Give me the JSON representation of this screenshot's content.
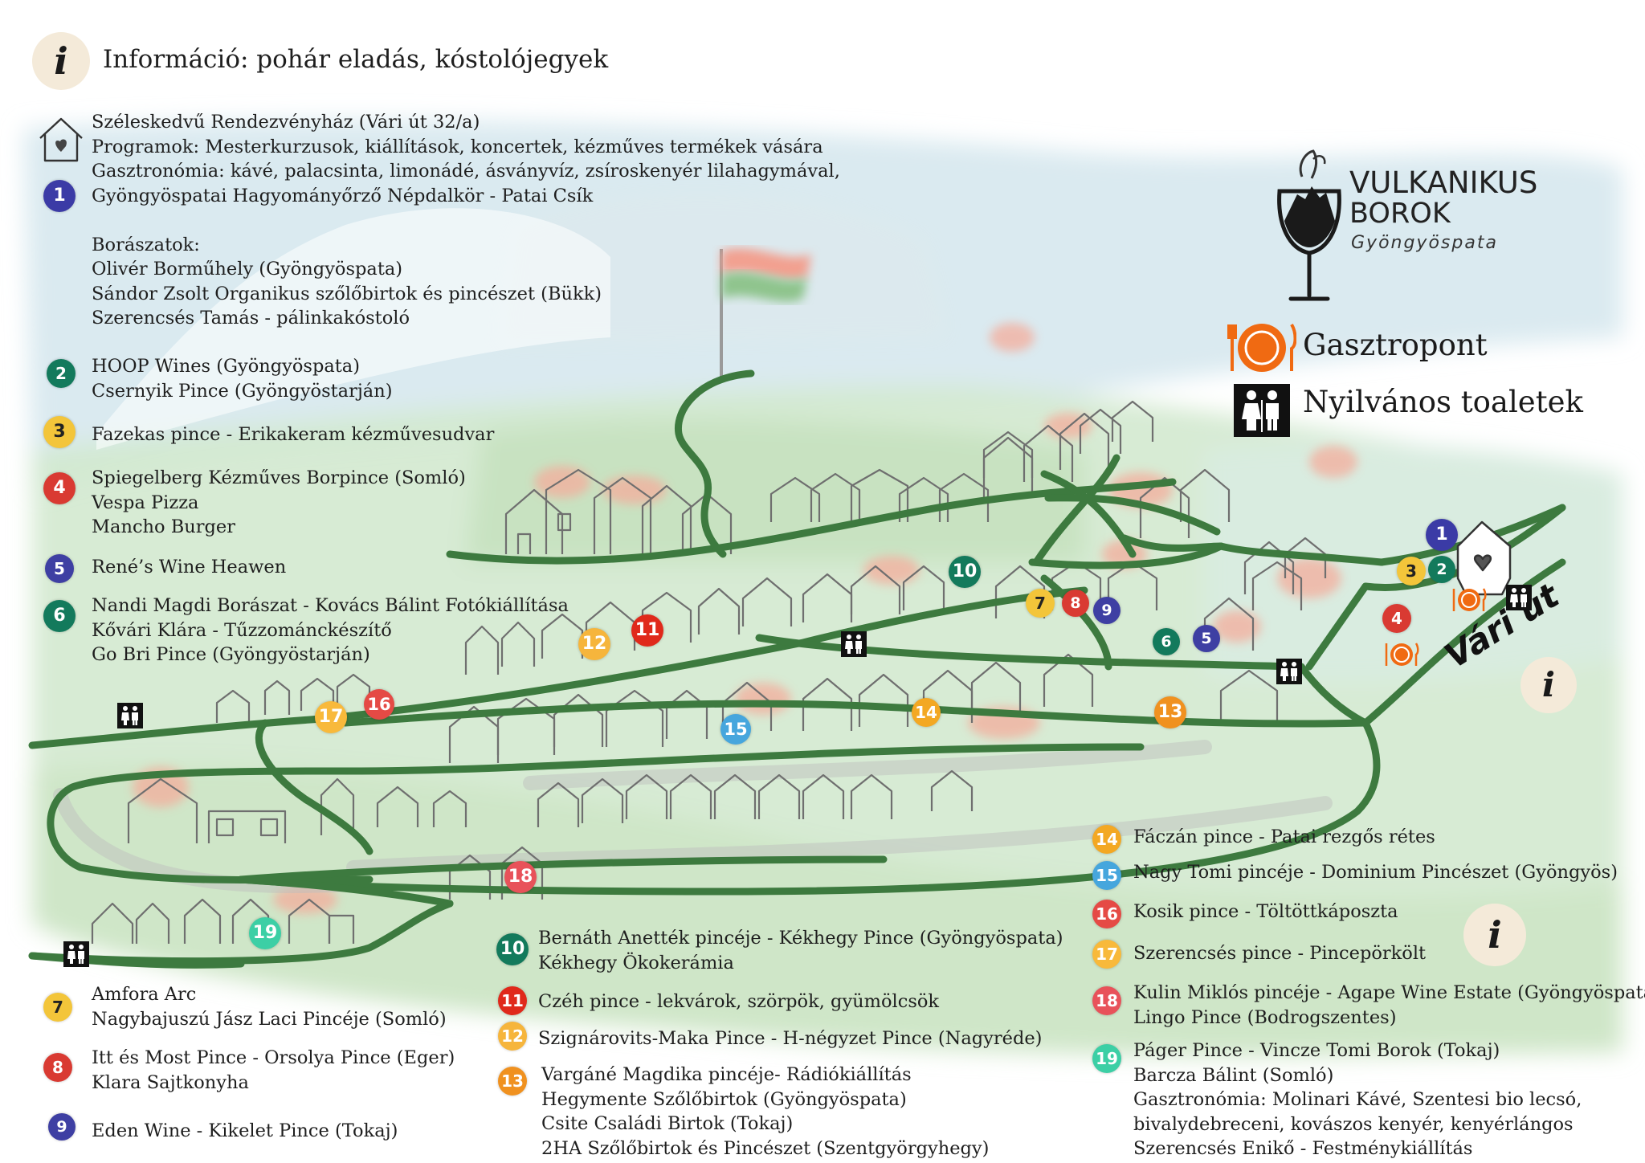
{
  "info": {
    "text": "Információ: pohár eladás, kóstolójegyek",
    "icon": "info-icon"
  },
  "brand": {
    "line1": "VULKANIKUS",
    "line2": "BOROK",
    "line3": "Gyöngyöspata",
    "icon": "wine-glass-volcano-icon"
  },
  "legend": {
    "gastro": "Gasztropont",
    "toilet": "Nyilvános toaletek"
  },
  "road_label": "Vári út",
  "colors": {
    "road": "#3d7a3f",
    "hill_green": "#cfe6c8",
    "water_blue": "#cfe3ee",
    "roof": "#f1a896",
    "gastro_orange": "#f06a12"
  },
  "venues": [
    {
      "num": "1",
      "color": "#3b3ba6",
      "lines": [
        "Széleskedvű Rendezvényház (Vári út 32/a)",
        "Programok: Mesterkurzusok, kiállítások, koncertek, kézműves termékek vására",
        "Gasztronómia: kávé, palacsinta, limonádé, ásványvíz, zsíroskenyér lilahagymával,",
        "Gyöngyöspatai Hagyományőrző Népdalkör - Patai Csík",
        "",
        "Borászatok:",
        "Olivér Borműhely (Gyöngyöspata)",
        "Sándor Zsolt Organikus szőlőbirtok és pincészet (Bükk)",
        "Szerencsés Tamás - pálinkakóstoló"
      ]
    },
    {
      "num": "2",
      "color": "#137a5c",
      "lines": [
        "HOOP Wines (Gyöngyöspata)",
        "Csernyik Pince (Gyöngyöstarján)"
      ]
    },
    {
      "num": "3",
      "color": "#f3c53a",
      "dark": true,
      "lines": [
        "Fazekas pince - Erikakeram kézművesudvar"
      ]
    },
    {
      "num": "4",
      "color": "#d93a32",
      "lines": [
        "Spiegelberg Kézműves Borpince (Somló)",
        "Vespa Pizza",
        "Mancho Burger"
      ]
    },
    {
      "num": "5",
      "color": "#3e3fa3",
      "lines": [
        "René’s Wine Heawen"
      ]
    },
    {
      "num": "6",
      "color": "#137a5c",
      "lines": [
        "Nandi Magdi Borászat - Kovács Bálint Fotókiállítása",
        "Kővári Klára - Tűzzománckészítő",
        "Go Bri Pince  (Gyöngyöstarján)"
      ]
    },
    {
      "num": "7",
      "color": "#f3c53a",
      "dark": true,
      "lines": [
        "Amfora Arc",
        "Nagybajuszú Jász Laci Pincéje (Somló)"
      ]
    },
    {
      "num": "8",
      "color": "#d93a32",
      "lines": [
        "Itt és Most Pince - Orsolya Pince (Eger)",
        "Klara Sajtkonyha"
      ]
    },
    {
      "num": "9",
      "color": "#3e3fa3",
      "lines": [
        "Eden Wine - Kikelet Pince (Tokaj)"
      ]
    },
    {
      "num": "10",
      "color": "#137a5c",
      "lines": [
        "Bernáth Anették pincéje - Kékhegy Pince (Gyöngyöspata)",
        "Kékhegy Ökokerámia"
      ]
    },
    {
      "num": "11",
      "color": "#e0291b",
      "lines": [
        "Czéh pince  - lekvárok, szörpök, gyümölcsök"
      ]
    },
    {
      "num": "12",
      "color": "#f6b53c",
      "lines": [
        "Szignárovits-Maka Pince - H-négyzet Pince (Nagyréde)"
      ]
    },
    {
      "num": "13",
      "color": "#f0911f",
      "lines": [
        "Vargáné Magdika pincéje- Rádiókiállítás",
        "Hegymente Szőlőbirtok (Gyöngyöspata)",
        "Csite Családi Birtok (Tokaj)",
        "2HA Szőlőbirtok és Pincészet (Szentgyörgyhegy)"
      ]
    },
    {
      "num": "14",
      "color": "#f3a823",
      "lines": [
        "Fáczán pince - Patai rezgős rétes"
      ]
    },
    {
      "num": "15",
      "color": "#46a6dd",
      "lines": [
        "Nagy Tomi pincéje  - Dominium Pincészet (Gyöngyös)"
      ]
    },
    {
      "num": "16",
      "color": "#e54a45",
      "lines": [
        "Kosik pince - Töltöttkáposzta"
      ]
    },
    {
      "num": "17",
      "color": "#f8b93b",
      "lines": [
        "Szerencsés pince - Pincepörkölt"
      ]
    },
    {
      "num": "18",
      "color": "#e8525a",
      "lines": [
        "Kulin Miklós pincéje - Agape Wine Estate (Gyöngyöspata)",
        "Lingo Pince (Bodrogszentes)"
      ]
    },
    {
      "num": "19",
      "color": "#3ccfa5",
      "lines": [
        "Páger Pince - Vincze Tomi Borok (Tokaj)",
        "Barcza Bálint (Somló)",
        "Gasztronómia: Molinari Kávé, Szentesi bio lecsó,",
        "bivalydebreceni, kovászos kenyér, kenyérlángos",
        "Szerencsés Enikő - Festménykiállítás"
      ]
    }
  ]
}
